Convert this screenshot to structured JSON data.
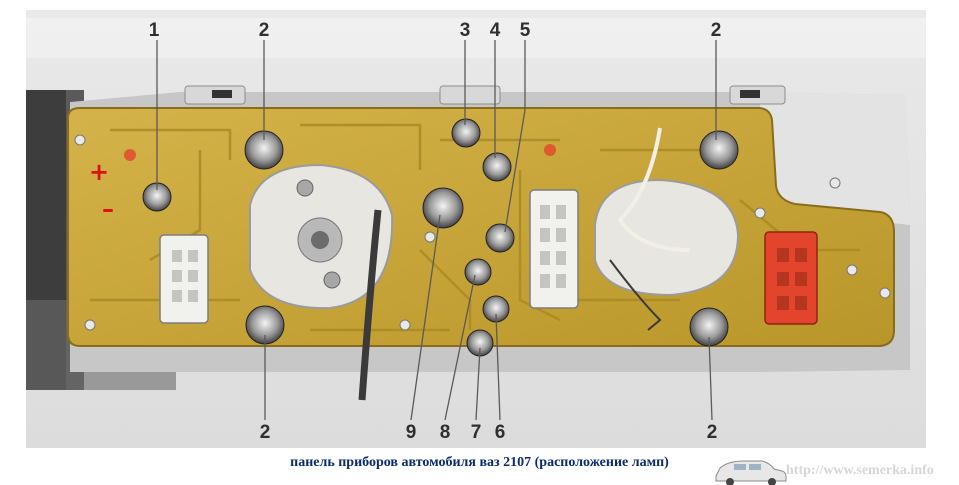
{
  "callouts_top": [
    "1",
    "2",
    "3",
    "4",
    "5",
    "2"
  ],
  "callouts_bottom": [
    "2",
    "9",
    "8",
    "7",
    "6",
    "2"
  ],
  "signs": {
    "plus": "+",
    "minus": "–"
  },
  "caption": "панель приборов автомобиля ваз 2107 (расположение ламп)",
  "watermark": "http://www.semerka.info",
  "colors": {
    "board": "#c9a73a",
    "board_edge": "#8a6d1a",
    "callout_text": "#2f2f2f",
    "caption_text": "#0b2a6e",
    "connector_red": "#e2452b"
  }
}
